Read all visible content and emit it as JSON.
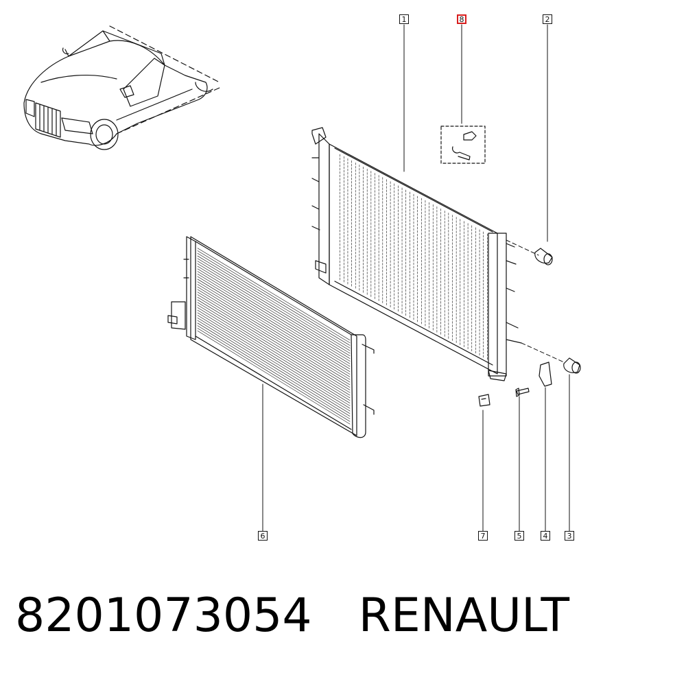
{
  "callouts": [
    {
      "id": "c1",
      "label": "1",
      "highlighted": false
    },
    {
      "id": "c8",
      "label": "8",
      "highlighted": true
    },
    {
      "id": "c2",
      "label": "2",
      "highlighted": false
    },
    {
      "id": "c6",
      "label": "6",
      "highlighted": false
    },
    {
      "id": "c7",
      "label": "7",
      "highlighted": false
    },
    {
      "id": "c5",
      "label": "5",
      "highlighted": false
    },
    {
      "id": "c4",
      "label": "4",
      "highlighted": false
    },
    {
      "id": "c3",
      "label": "3",
      "highlighted": false
    }
  ],
  "caption": {
    "part_number": "8201073054",
    "brand": "RENAULT"
  },
  "colors": {
    "line": "#111111",
    "highlight": "#d81e1e",
    "background": "#ffffff"
  }
}
